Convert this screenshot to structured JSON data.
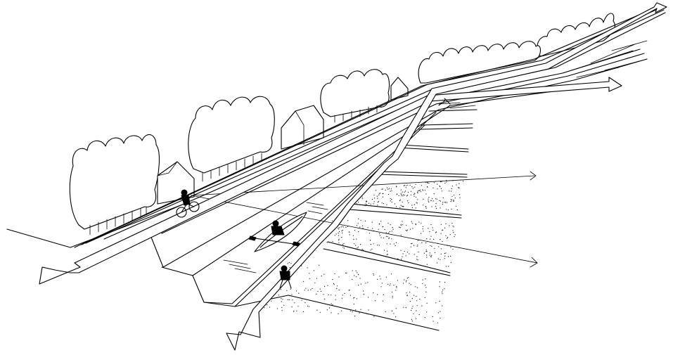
{
  "diagram": {
    "style": "black-and-white line illustration",
    "colors": {
      "line": "#000000",
      "background": "#ffffff"
    },
    "elements": [
      "tree-row",
      "houses",
      "riverside-path",
      "road",
      "river",
      "floodplain",
      "cyclist",
      "kayaker",
      "walker",
      "double-arrows"
    ]
  }
}
